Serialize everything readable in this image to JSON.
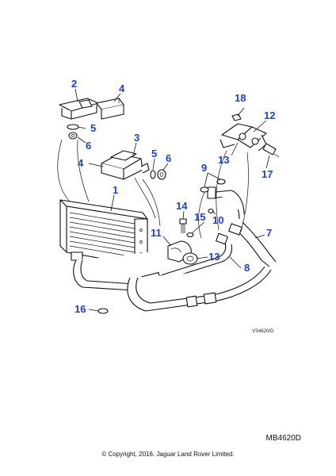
{
  "diagram": {
    "image_ref": "VS4620/D",
    "drawing_code": "MB4620D",
    "copyright": "© Copyright, 2016. Jaguar Land Rover Limited.",
    "callouts": [
      "1",
      "2",
      "3",
      "4",
      "4",
      "5",
      "5",
      "6",
      "6",
      "7",
      "8",
      "9",
      "10",
      "11",
      "12",
      "13",
      "13",
      "14",
      "15",
      "16",
      "17",
      "18"
    ]
  }
}
